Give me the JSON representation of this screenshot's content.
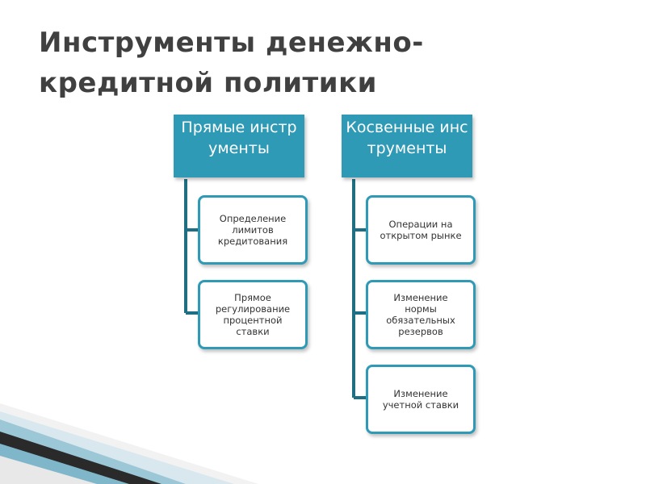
{
  "title": {
    "line1": "Инструменты денежно-",
    "line2": "кредитной политики"
  },
  "branches": [
    {
      "header": "Прямые инструменты",
      "items": [
        "Определение лимитов кредитования",
        "Прямое регулирование процентной ставки"
      ]
    },
    {
      "header": "Косвенные инструменты",
      "items": [
        "Операции на открытом рынке",
        "Изменение нормы обязательных резервов",
        "Изменение учетной ставки"
      ]
    }
  ],
  "colors": {
    "accent": "#2e9ab5",
    "connector": "#1f6f84",
    "title": "#404040"
  }
}
